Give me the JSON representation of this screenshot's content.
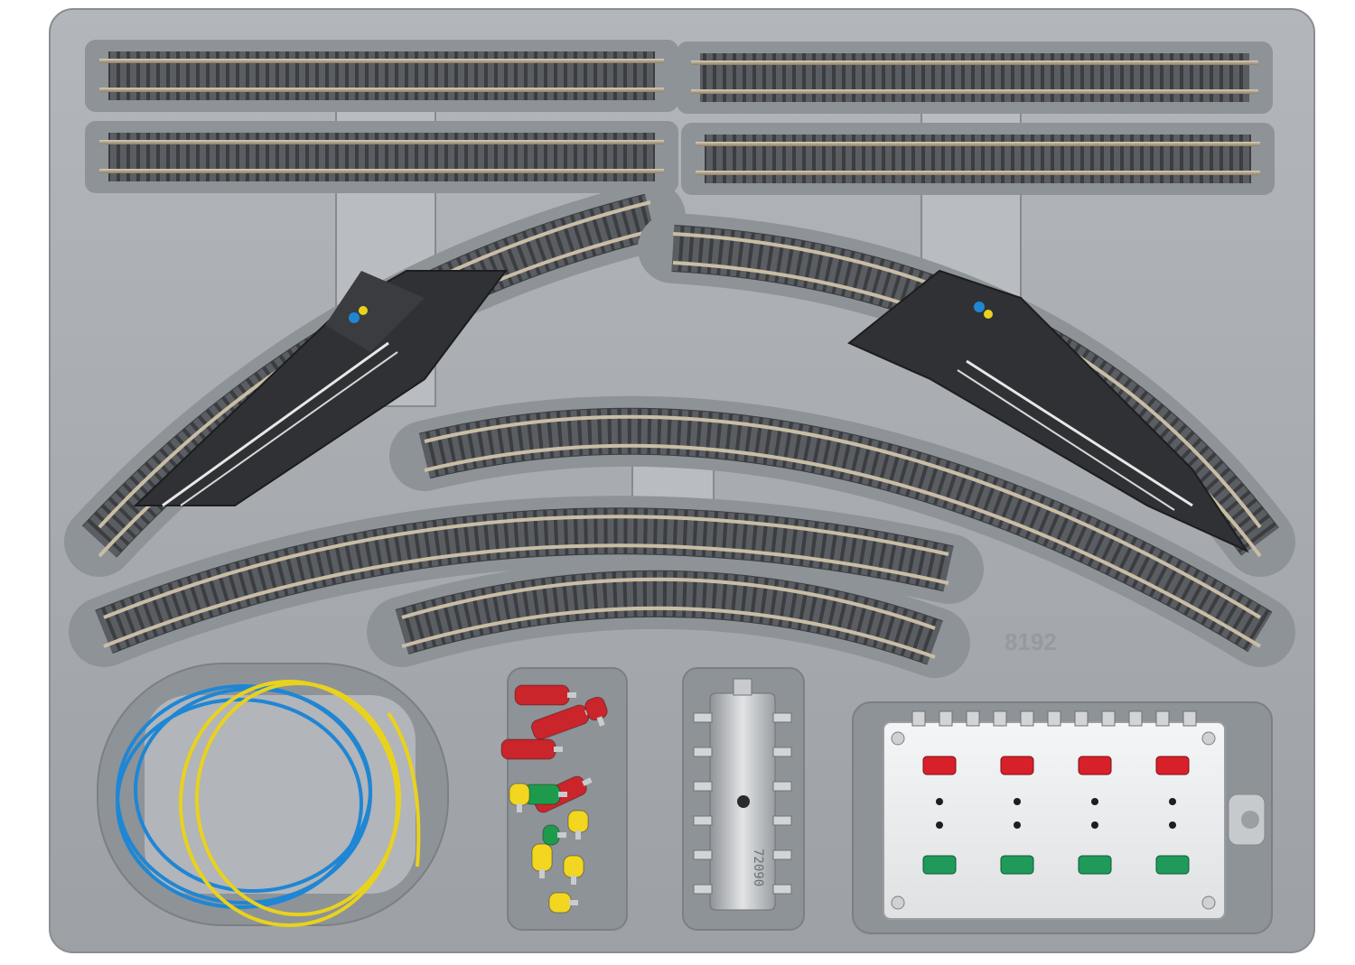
{
  "tray": {
    "article_number": "8192",
    "tray_color": "#a7abb0",
    "well_color": "#8e9398"
  },
  "distributor": {
    "stamp": "72090"
  },
  "control_panel": {
    "button_columns": 4,
    "red_color": "#d8202a",
    "green_color": "#1f9a5a"
  },
  "cables": {
    "colors": [
      "#1f86d4",
      "#e9d21c"
    ]
  },
  "plugs": {
    "colors": [
      "#c9252b",
      "#f2d61f",
      "#1d9a4c"
    ]
  }
}
